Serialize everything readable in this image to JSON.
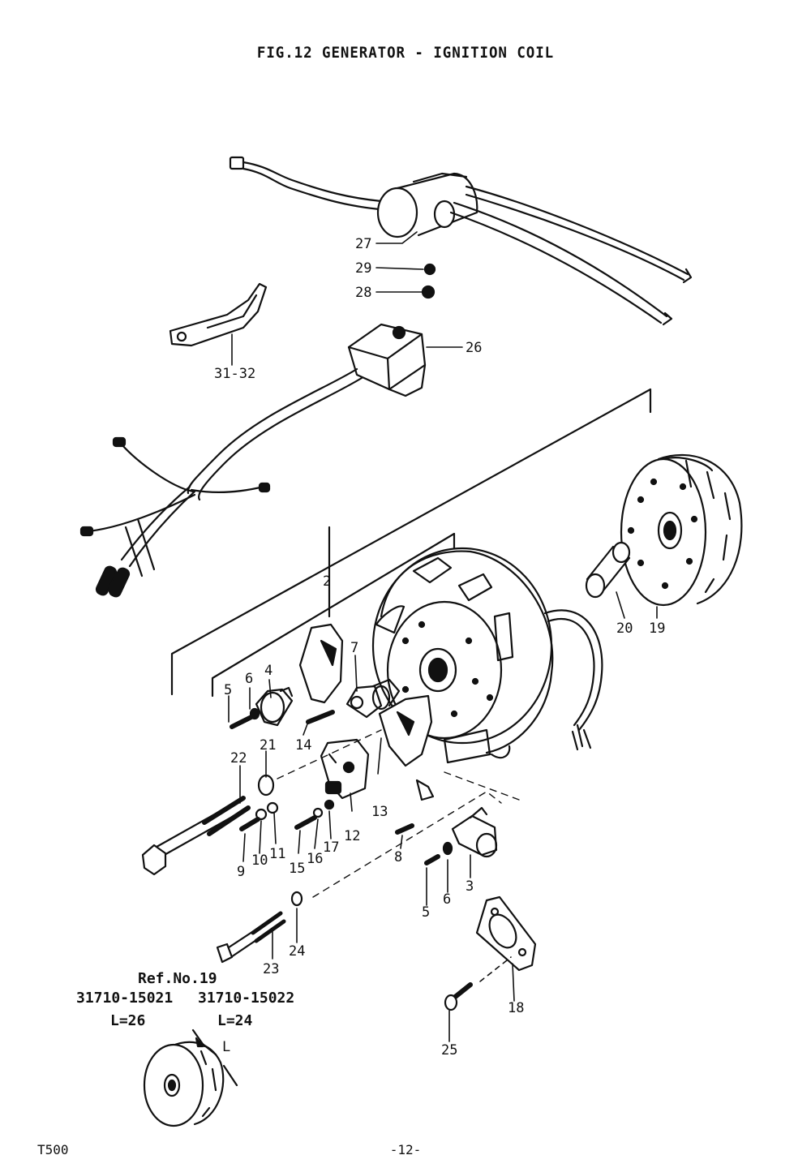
{
  "title": "FIG.12  GENERATOR - IGNITION COIL",
  "callouts": {
    "c27": "27",
    "c29": "29",
    "c28": "28",
    "c3132": "31-32",
    "c26": "26",
    "c2": "2",
    "c4": "4",
    "c5a": "5",
    "c6a": "6",
    "c7": "7",
    "c14": "14",
    "c21": "21",
    "c22": "22",
    "c13": "13",
    "c12": "12",
    "c9": "9",
    "c10": "10",
    "c11": "11",
    "c15": "15",
    "c16": "16",
    "c17": "17",
    "c8": "8",
    "c3": "3",
    "c6b": "6",
    "c5b": "5",
    "c20": "20",
    "c19": "19",
    "c24": "24",
    "c23": "23",
    "c18": "18",
    "c25": "25",
    "cL": "L"
  },
  "reference": {
    "heading": "Ref.No.19",
    "part_a": "31710-15021",
    "part_b": "31710-15022",
    "length_a": "L=26",
    "length_b": "L=24"
  },
  "footer": {
    "model": "T500",
    "page": "-12-"
  },
  "icons": {
    "ignition_coil": "ignition-coil-icon",
    "bracket": "bracket-icon",
    "condenser": "condenser-box-icon",
    "stator": "stator-assembly-icon",
    "rotor": "rotor-flywheel-icon",
    "spacer": "spacer-icon",
    "bolt": "bolt-icon",
    "cover_plate": "cover-plate-icon"
  }
}
